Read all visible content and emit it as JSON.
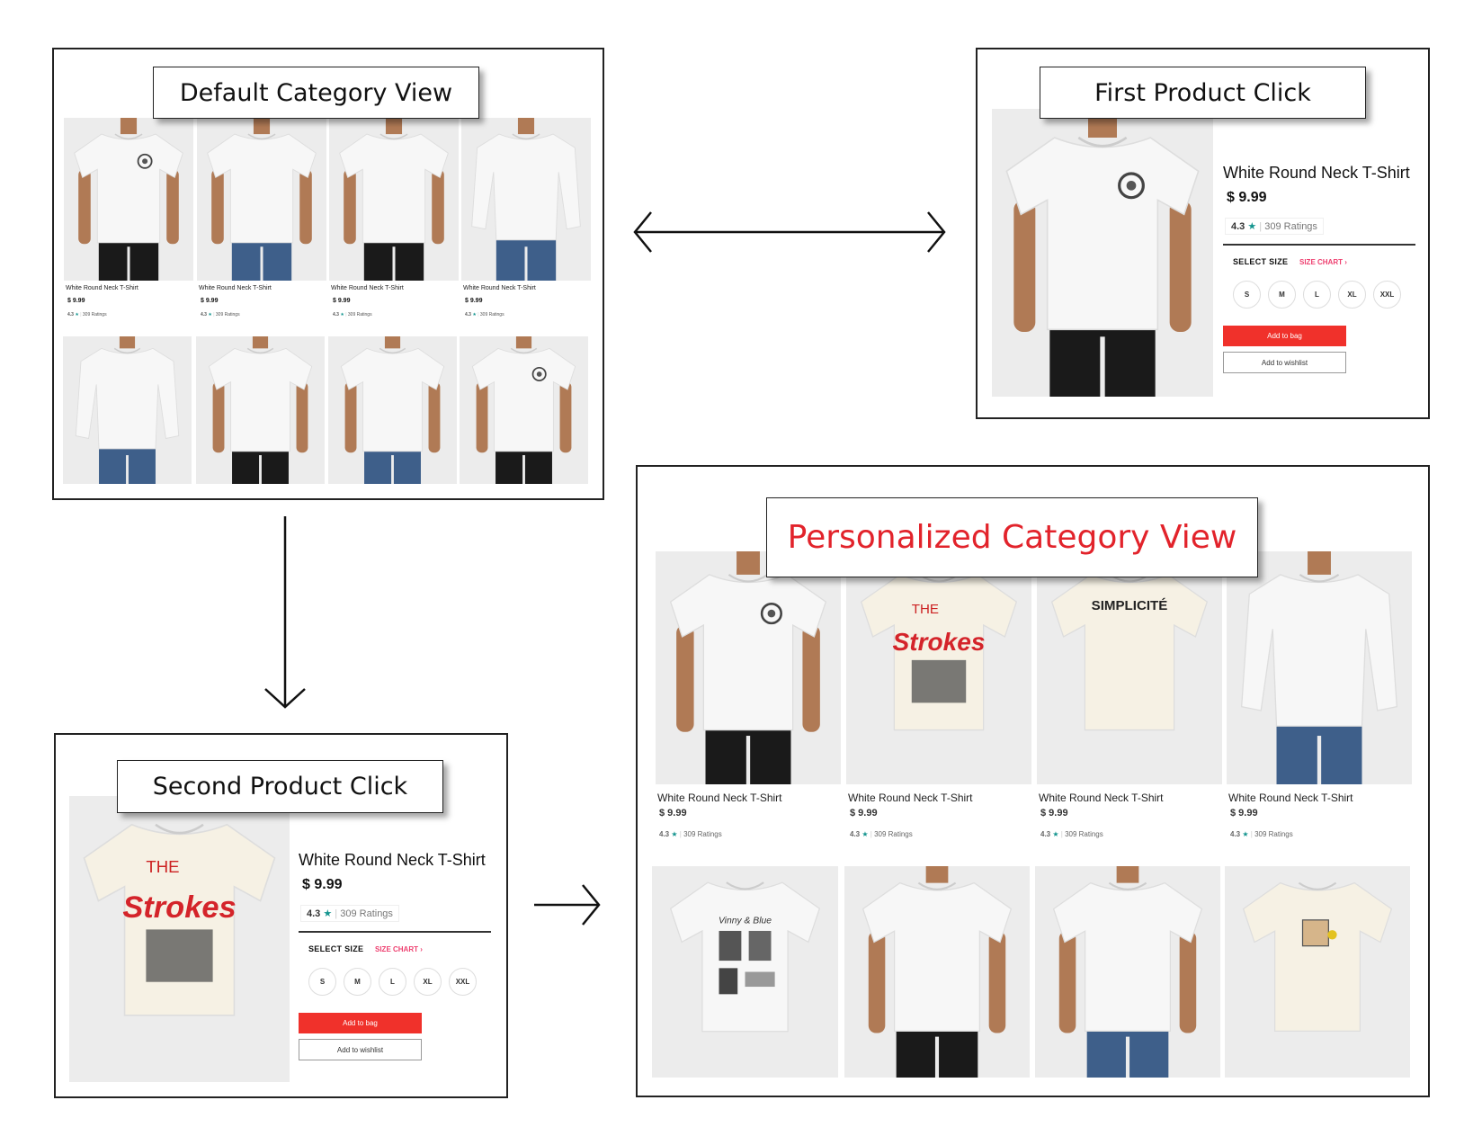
{
  "panels": {
    "default": {
      "title": "Default Category View"
    },
    "first": {
      "title": "First Product Click"
    },
    "second": {
      "title": "Second Product Click"
    },
    "personalized": {
      "title": "Personalized Category View"
    }
  },
  "product": {
    "name": "White Round Neck T-Shirt",
    "price": "$ 9.99",
    "rating": "4.3",
    "star": "★",
    "ratings_count": "309 Ratings",
    "select_size": "SELECT SIZE",
    "size_chart": "SIZE CHART ›",
    "sizes": [
      "S",
      "M",
      "L",
      "XL",
      "XXL"
    ],
    "add_to_bag": "Add to bag",
    "add_to_wishlist": "Add to wishlist"
  },
  "prints": {
    "strokes_a": "THE",
    "strokes_b": "Strokes",
    "simplicite": "SIMPLICITÉ",
    "vintage": "Vinny & Blue"
  },
  "colors": {
    "accent_red": "#e2232b",
    "bag_red": "#f0312b",
    "star_teal": "#14958f",
    "white_shirt": "#f7f7f7",
    "cream_shirt": "#f6f1e4"
  },
  "default_grid": {
    "row1": [
      {
        "shirt": "white",
        "pants": "black",
        "print": "badge"
      },
      {
        "shirt": "white",
        "pants": "jeans",
        "print": ""
      },
      {
        "shirt": "white",
        "pants": "black",
        "print": ""
      },
      {
        "shirt": "white-long",
        "pants": "jeans",
        "print": ""
      }
    ],
    "row2": [
      {
        "shirt": "white-long",
        "pants": "jeans",
        "print": ""
      },
      {
        "shirt": "white",
        "pants": "black",
        "print": ""
      },
      {
        "shirt": "white",
        "pants": "jeans",
        "print": ""
      },
      {
        "shirt": "white",
        "pants": "black",
        "print": "badge"
      }
    ]
  },
  "personalized_grid": {
    "row1": [
      {
        "shirt": "white",
        "pants": "black",
        "print": "badge"
      },
      {
        "shirt": "cream",
        "pants": "",
        "print": "strokes"
      },
      {
        "shirt": "cream",
        "pants": "",
        "print": "simplicite"
      },
      {
        "shirt": "white-long",
        "pants": "jeans",
        "print": ""
      }
    ],
    "row2": [
      {
        "shirt": "white",
        "pants": "",
        "print": "vintage"
      },
      {
        "shirt": "white",
        "pants": "black",
        "print": ""
      },
      {
        "shirt": "white",
        "pants": "jeans",
        "print": ""
      },
      {
        "shirt": "cream",
        "pants": "",
        "print": "photo"
      }
    ]
  }
}
